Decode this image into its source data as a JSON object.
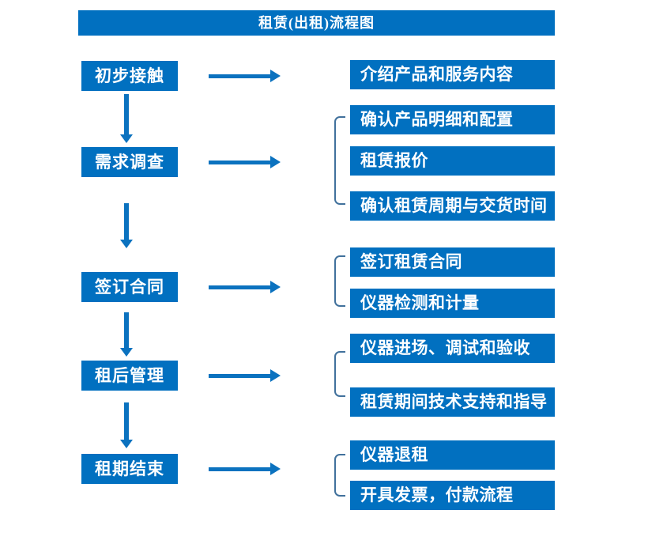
{
  "title": "租赁(出租)流程图",
  "colors": {
    "box_blue": "#0170C0",
    "arrow_blue": "#0B72BF",
    "bracket_blue": "#41719C",
    "text": "#FFFFFF",
    "background": "#FFFFFF"
  },
  "steps": [
    {
      "label": "初步接触",
      "details": [
        "介绍产品和服务内容"
      ]
    },
    {
      "label": "需求调查",
      "details": [
        "确认产品明细和配置",
        "租赁报价",
        "确认租赁周期与交货时间"
      ]
    },
    {
      "label": "签订合同",
      "details": [
        "签订租赁合同",
        "仪器检测和计量"
      ]
    },
    {
      "label": "租后管理",
      "details": [
        "仪器进场、调试和验收",
        "租赁期间技术支持和指导"
      ]
    },
    {
      "label": "租期结束",
      "details": [
        "仪器退租",
        "开具发票，付款流程"
      ]
    }
  ]
}
